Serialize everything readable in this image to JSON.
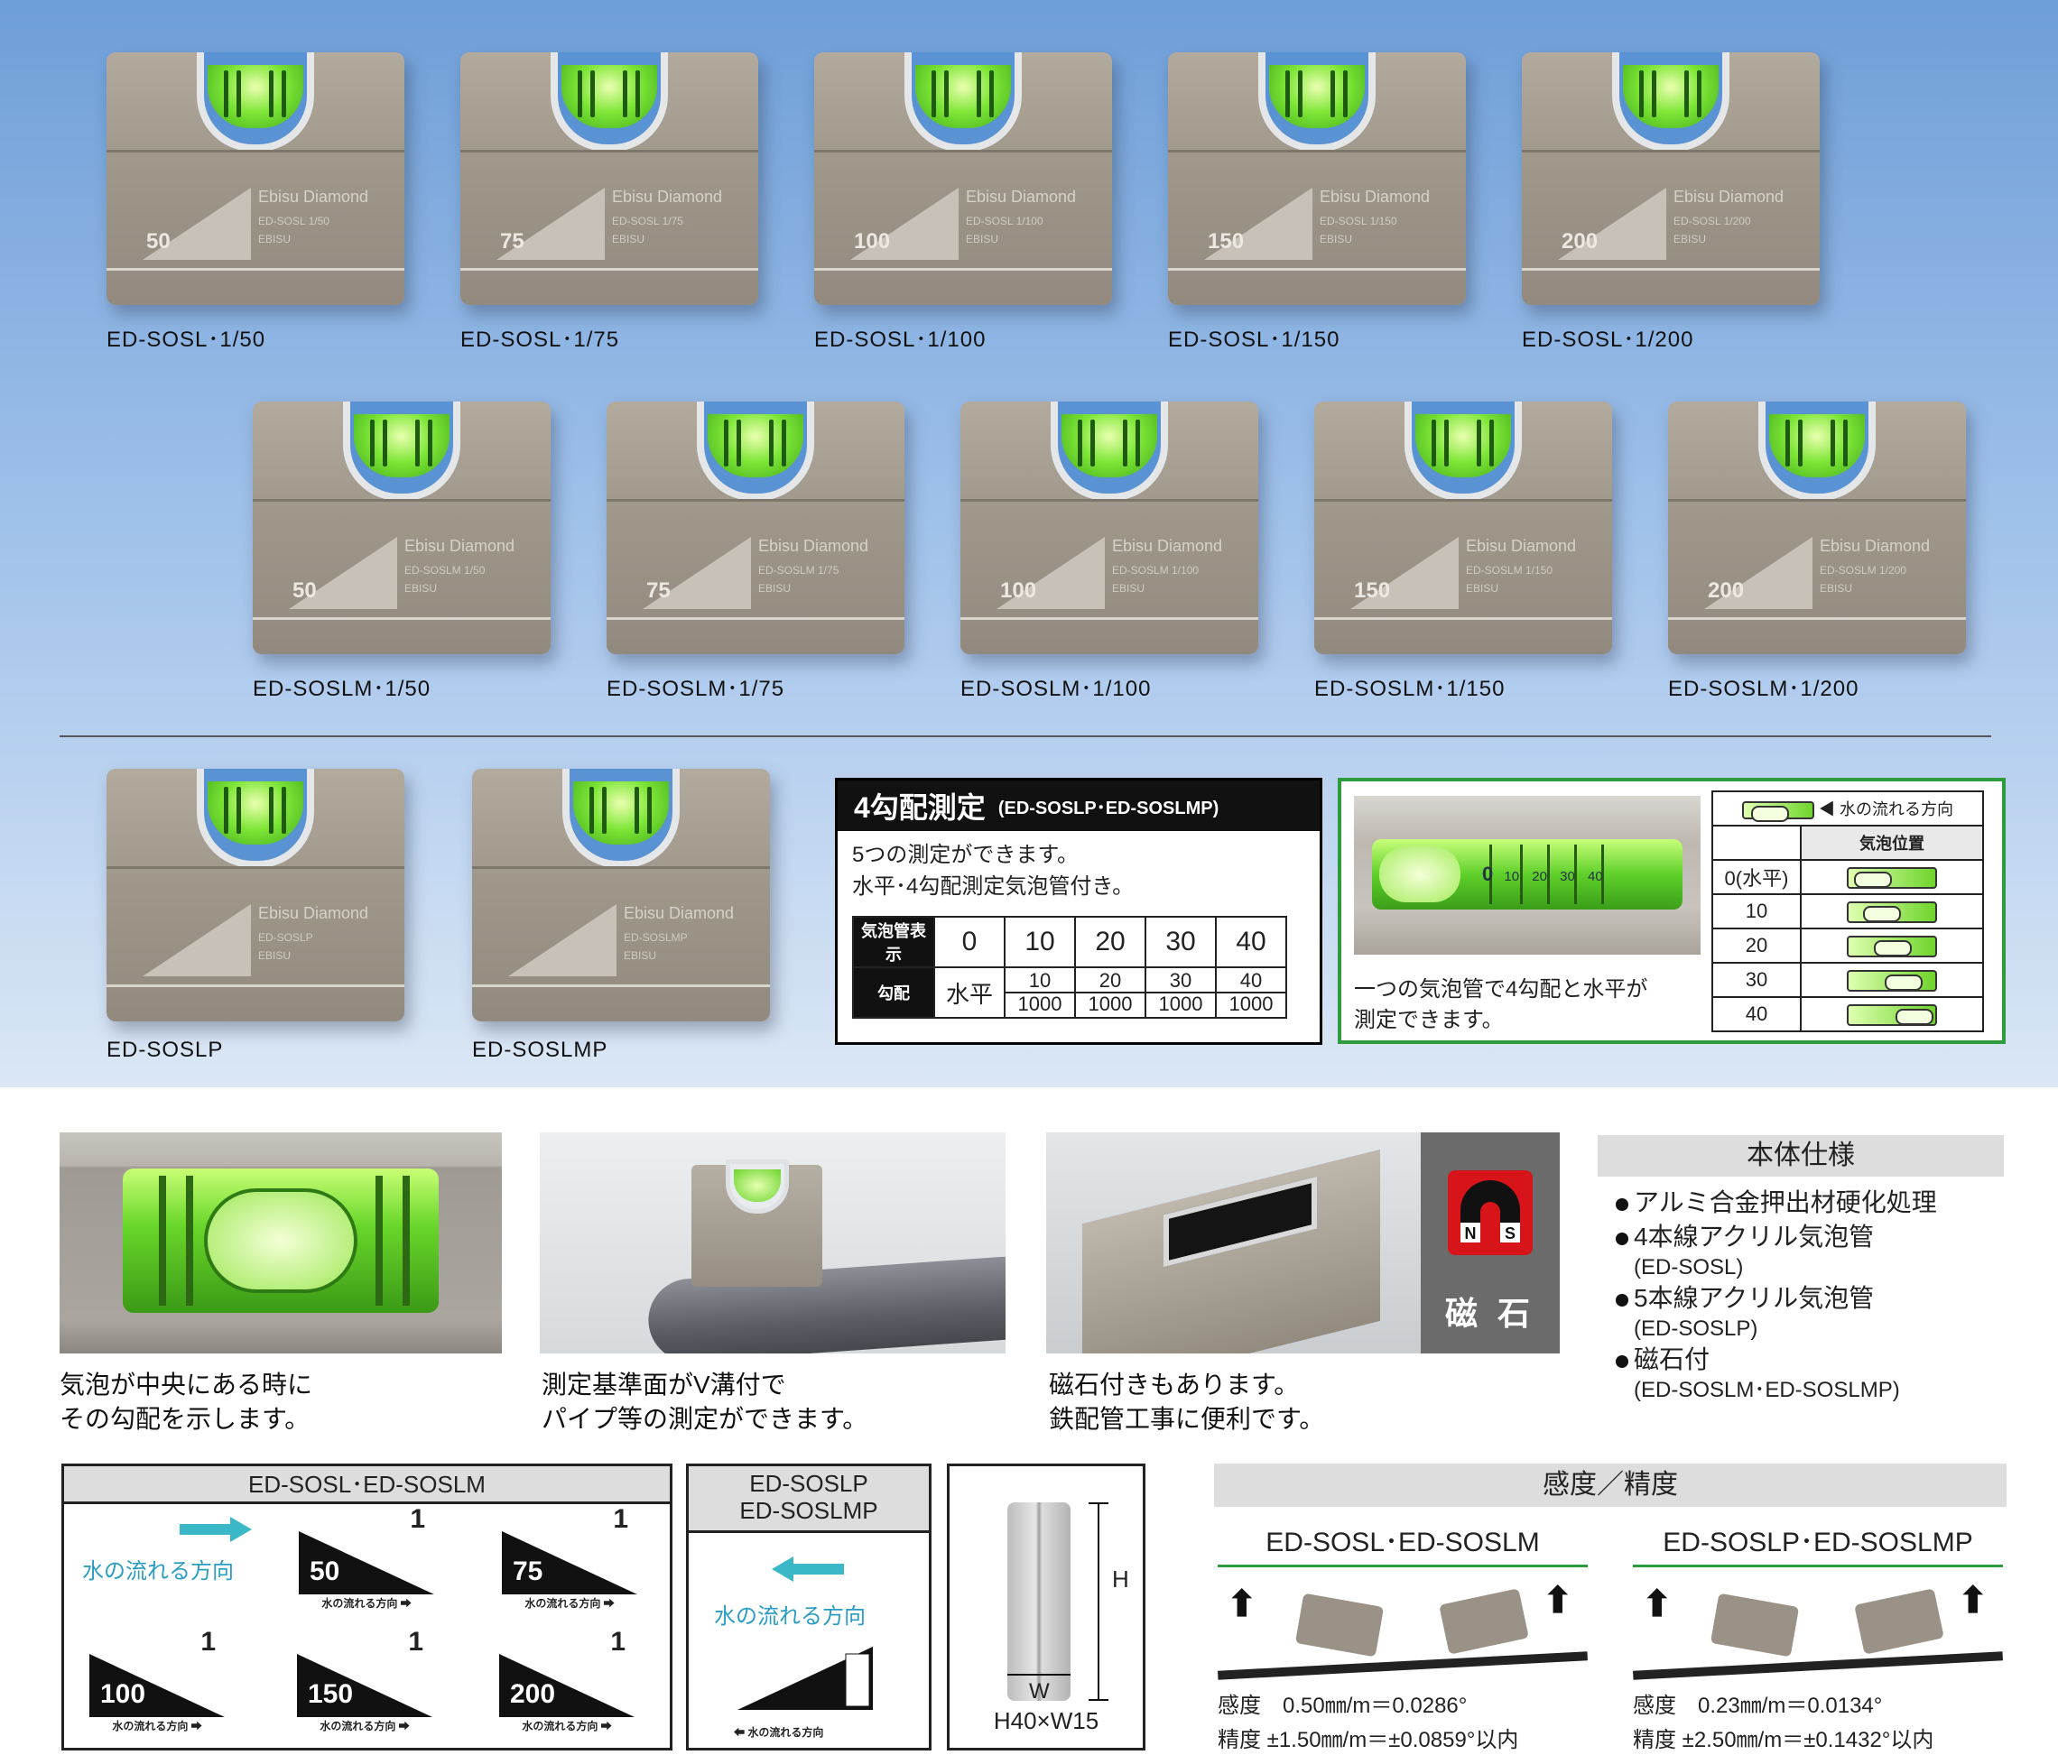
{
  "row1": [
    {
      "label": "ED-SOSL･1/50",
      "num": "50",
      "model": "ED-SOSL 1/50"
    },
    {
      "label": "ED-SOSL･1/75",
      "num": "75",
      "model": "ED-SOSL 1/75"
    },
    {
      "label": "ED-SOSL･1/100",
      "num": "100",
      "model": "ED-SOSL 1/100"
    },
    {
      "label": "ED-SOSL･1/150",
      "num": "150",
      "model": "ED-SOSL 1/150"
    },
    {
      "label": "ED-SOSL･1/200",
      "num": "200",
      "model": "ED-SOSL 1/200"
    }
  ],
  "row2": [
    {
      "label": "ED-SOSLM･1/50",
      "num": "50",
      "model": "ED-SOSLM 1/50"
    },
    {
      "label": "ED-SOSLM･1/75",
      "num": "75",
      "model": "ED-SOSLM 1/75"
    },
    {
      "label": "ED-SOSLM･1/100",
      "num": "100",
      "model": "ED-SOSLM 1/100"
    },
    {
      "label": "ED-SOSLM･1/150",
      "num": "150",
      "model": "ED-SOSLM 1/150"
    },
    {
      "label": "ED-SOSLM･1/200",
      "num": "200",
      "model": "ED-SOSLM 1/200"
    }
  ],
  "row3": [
    {
      "label": "ED-SOSLP",
      "model": "ED-SOSLP"
    },
    {
      "label": "ED-SOSLMP",
      "model": "ED-SOSLMP"
    }
  ],
  "brand": "Ebisu Diamond",
  "maker": "EBISU",
  "four_grade": {
    "title": "4勾配測定",
    "subtitle": "(ED-SOSLP･ED-SOSLMP)",
    "line1": "5つの測定ができます。",
    "line2": "水平･4勾配測定気泡管付き。",
    "row_header_1": "気泡管表示",
    "row_header_2": "勾配",
    "marks": [
      "0",
      "10",
      "20",
      "30",
      "40"
    ],
    "level_label": "水平",
    "fractions": [
      {
        "num": "10",
        "den": "1000"
      },
      {
        "num": "20",
        "den": "1000"
      },
      {
        "num": "30",
        "den": "1000"
      },
      {
        "num": "40",
        "den": "1000"
      }
    ]
  },
  "vial_box": {
    "caption_1": "一つの気泡管で4勾配と水平が",
    "caption_2": "測定できます。",
    "flow_label": "水の流れる方向",
    "position_header": "気泡位置",
    "scale_marks": [
      "0",
      "10",
      "20",
      "30",
      "40"
    ],
    "rows": [
      "0(水平)",
      "10",
      "20",
      "30",
      "40"
    ]
  },
  "photos": [
    {
      "caption_1": "気泡が中央にある時に",
      "caption_2": "その勾配を示します。"
    },
    {
      "caption_1": "測定基準面がV溝付で",
      "caption_2": "パイプ等の測定ができます。"
    },
    {
      "caption_1": "磁石付きもあります。",
      "caption_2": "鉄配管工事に便利です。"
    }
  ],
  "magnet": {
    "label": "磁 石",
    "n": "N",
    "s": "S"
  },
  "spec": {
    "title": "本体仕様",
    "items": [
      {
        "text": "アルミ合金押出材硬化処理",
        "note": ""
      },
      {
        "text": "4本線アクリル気泡管",
        "note": "(ED-SOSL)"
      },
      {
        "text": "5本線アクリル気泡管",
        "note": "(ED-SOSLP)"
      },
      {
        "text": "磁石付",
        "note": "(ED-SOSLM･ED-SOSLMP)"
      }
    ]
  },
  "diagram1": {
    "title": "ED-SOSL･ED-SOSLM",
    "flow": "水の流れる方向",
    "small_flow": "水の流れる方向 ➡",
    "one": "1",
    "values": [
      "50",
      "75",
      "100",
      "150",
      "200"
    ]
  },
  "diagram2": {
    "title_1": "ED-SOSLP",
    "title_2": "ED-SOSLMP",
    "flow": "水の流れる方向",
    "small_flow": "⬅ 水の流れる方向"
  },
  "dims": {
    "label": "H40×W15",
    "h": "H",
    "w": "W"
  },
  "accuracy": {
    "title": "感度／精度",
    "cols": [
      {
        "title": "ED-SOSL･ED-SOSLM",
        "sens": "感度　0.50㎜/m＝0.0286°",
        "prec": "精度 ±1.50㎜/m＝±0.0859°以内"
      },
      {
        "title": "ED-SOSLP･ED-SOSLMP",
        "sens": "感度　0.23㎜/m＝0.0134°",
        "prec": "精度 ±2.50㎜/m＝±0.1432°以内"
      }
    ]
  },
  "colors": {
    "green_border": "#2e9b3f",
    "flow_blue": "#2a9dc4",
    "bg_top": "#6e9ed8"
  }
}
